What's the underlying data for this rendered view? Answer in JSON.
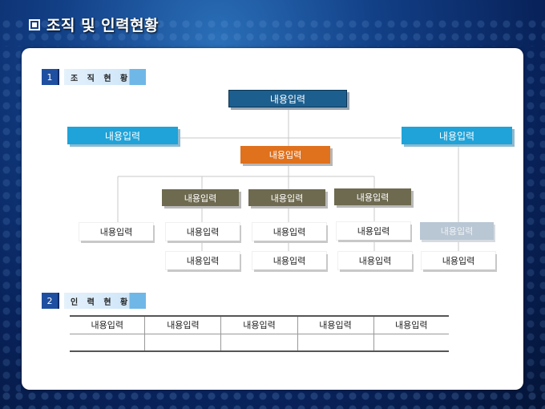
{
  "slide": {
    "title": "조직 및 인력현황",
    "title_icon": "white-square-icon"
  },
  "sections": [
    {
      "number": "1",
      "label": "조 직 현 황"
    },
    {
      "number": "2",
      "label": "인 력 현 황"
    }
  ],
  "org_chart": {
    "top": "내용입력",
    "left_side": "내용입력",
    "right_side": "내용입력",
    "center": "내용입력",
    "teams": [
      "내용입력",
      "내용입력",
      "내용입력"
    ],
    "row1": [
      "내용입력",
      "내용입력",
      "내용입력",
      "내용입력",
      "내용입력"
    ],
    "row2": [
      "내용입력",
      "내용입력",
      "내용입력",
      "내용입력"
    ]
  },
  "staff_table": {
    "headers": [
      "내용입력",
      "내용입력",
      "내용입력",
      "내용입력",
      "내용입력"
    ],
    "rows": [
      [
        "",
        "",
        "",
        "",
        ""
      ]
    ]
  },
  "colors": {
    "navy_box": "#1c5f8f",
    "cyan_box": "#1fa3d8",
    "orange_box": "#e0711d",
    "olive_box": "#6e6a50",
    "ghost_box": "#b9c6d3"
  }
}
